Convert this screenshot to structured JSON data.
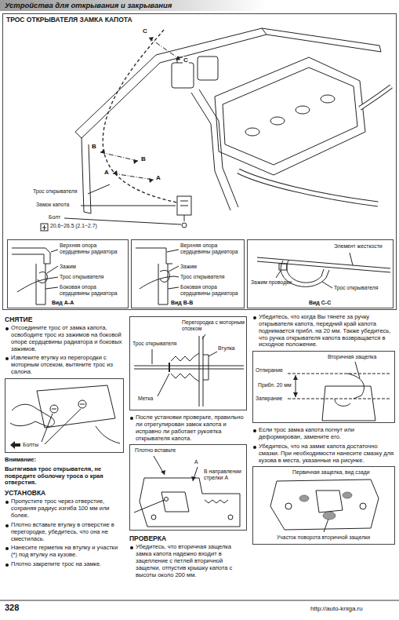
{
  "diagram": {
    "title": "Устройства для открывания и закрывания",
    "nodes": [
      {
        "text": [
          "ТРОС ОТКРЫВАТЕЛЯ ЗАМКА КАПОТА",
          "Трос открывателя",
          "Замок капота",
          "Болт",
          "20.6~26.5 (2.1~2.7)",
          "C",
          "C",
          "B",
          "B",
          "A",
          "A"
        ]
      },
      {
        "text": [
          "Верхняя опора сердцевины радиатора",
          "Зажим",
          "Трос открывателя",
          "Боковая опора сердцевины радиатора",
          "Вид А-А"
        ],
        "in": 0
      },
      {
        "text": [
          "Верхняя опора сердцевины радиатора",
          "Зажим",
          "Трос открывателя",
          "Боковая опора сердцевины радиатора",
          "Вид В-В"
        ],
        "in": 0
      },
      {
        "text": [
          "Элемент жесткости",
          "Зажим проводки",
          "Трос открывателя",
          "Вид С-С"
        ],
        "in": 0
      },
      {
        "text": [
          "Болты"
        ]
      },
      {
        "text": [
          "Перегородка с моторным отсеком",
          "Трос открывателя",
          "Втулка",
          "Метка"
        ]
      },
      {
        "text": [
          "Плотно вставьте",
          "A",
          "В направлении стрелки A"
        ]
      },
      {
        "text": [
          "Вторичная защелка",
          "Отпирание",
          "Прибл. 20 мм",
          "Запирание"
        ]
      },
      {
        "text": [
          "Первичная защелка, вид сзади",
          "Участок поворота вторичной защелки"
        ]
      }
    ],
    "labels": [
      "СНЯТИЕ",
      "Отсоедините трос от замка капота, освободите трос из зажимов на боковой опоре сердцевины радиатора и боковых зажимов.",
      "Извлеките втулку из перегородки с моторным отсеком, вытяните трос из салона.",
      "Внимание:",
      "Вытягивая трос открывателя, не повредите оболочку троса о края отверстия.",
      "УСТАНОВКА",
      "Пропустите трос через отверстие, сохраняя радиус изгиба 100 мм или более.",
      "Плотно вставьте втулку в отверстие в перегородке, убедитесь, что она не сместилась.",
      "Нанесите герметик на втулку и участки (*) под втулку на кузове.",
      "Плотно закрепите трос на замке.",
      "После установки проверьте, правильно ли отрегулирован замок капота и исправно ли работает рукоятка открывателя капота.",
      "ПРОВЕРКА",
      "Убедитесь, что вторичная защелка замка капота надежно входит в зацепление с петлей вторичной защелки, отпустив крышку капота с высоты около 200 мм.",
      "Убедитесь, что когда Вы тянете за ручку открывателя капота, передний край капота поднимается прибл. на 20 мм. Также убедитесь, что ручка открывателя капота возвращается в исходное положение.",
      "Если трос замка капота погнут или деформирован, замените его.",
      "Убедитесь, что на замке капота достаточно смазки. При необходимости нанесите смазку для кузова в места, указанные на рисунке.",
      "328",
      "http://auto-kniga.ru"
    ]
  }
}
